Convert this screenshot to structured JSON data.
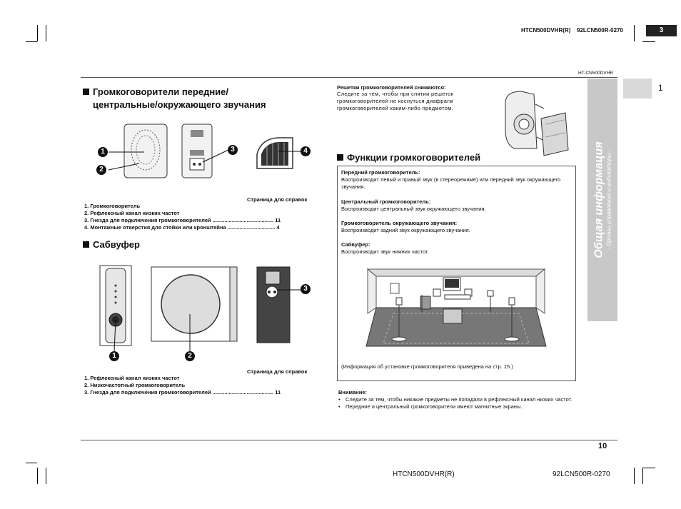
{
  "header": {
    "model_code": "HTCN500DVHR(R)",
    "doc_code": "92LCN500R-0270",
    "page_tab": "3",
    "sub_model": "HT-CN500DVHR"
  },
  "sidebar": {
    "tab_number": "1",
    "title": "Общая информация",
    "subtitle": "- Органы управления и индикаторы -"
  },
  "front_section": {
    "title_line1": "Громкоговорители передние/",
    "title_line2": "центральные/окружающего звучания",
    "callouts": [
      "1",
      "2",
      "3",
      "4"
    ],
    "reference": "Страница для справок",
    "items": [
      "1. Громкоговоритель",
      "2. Рефлексный канал низких частот",
      "3. Гнезда для подключения громкоговорителей ......................................... 11",
      "4. Монтажные отверстия для стойки или кронштейна ................................ 4"
    ]
  },
  "sub_section": {
    "title": "Сабвуфер",
    "callouts": [
      "1",
      "2",
      "3"
    ],
    "reference": "Страница для справок",
    "items": [
      "1. Рефлексный канал низких частот",
      "2. Низкочастотный громкоговоритель",
      "3. Гнезда для подключения громкоговорителей ......................................... 11"
    ]
  },
  "grille_note": {
    "title": "Решетки громкоговорителей снимаются:",
    "text": "Следите за тем, чтобы при снятии решеток громкоговорителей не коснуться диафрагм громкоговорителей каким-либо предметом."
  },
  "functions_section": {
    "title": "Функции громкоговорителей",
    "entries": [
      {
        "label": "Передний громкоговоритель:",
        "text": "Воспроизводит левый и правый звук (в стереорежиме) или передний звук окружающего звучания."
      },
      {
        "label": "Центральный громкоговоритель:",
        "text": "Воспроизводит центральный звук окружающего звучания."
      },
      {
        "label": "Громкоговоритель окружающего звучания:",
        "text": "Воспроизводит задний звук окружающего звучания."
      },
      {
        "label": "Сабвуфер:",
        "text": "Воспроизводит звук нижних частот."
      }
    ],
    "install_note": "(Информация об установке громкоговорителя приведена на стр. 15.)"
  },
  "caution": {
    "title": "Внимание:",
    "items": [
      "Следите за тем, чтобы никакие предметы не попадали в рефлексный канал низких частот.",
      "Передние и центральный громкоговорители имеют магнитные экраны."
    ]
  },
  "footer": {
    "page_number": "10",
    "model_code": "HTCN500DVHR(R)",
    "doc_code": "92LCN500R-0270"
  }
}
